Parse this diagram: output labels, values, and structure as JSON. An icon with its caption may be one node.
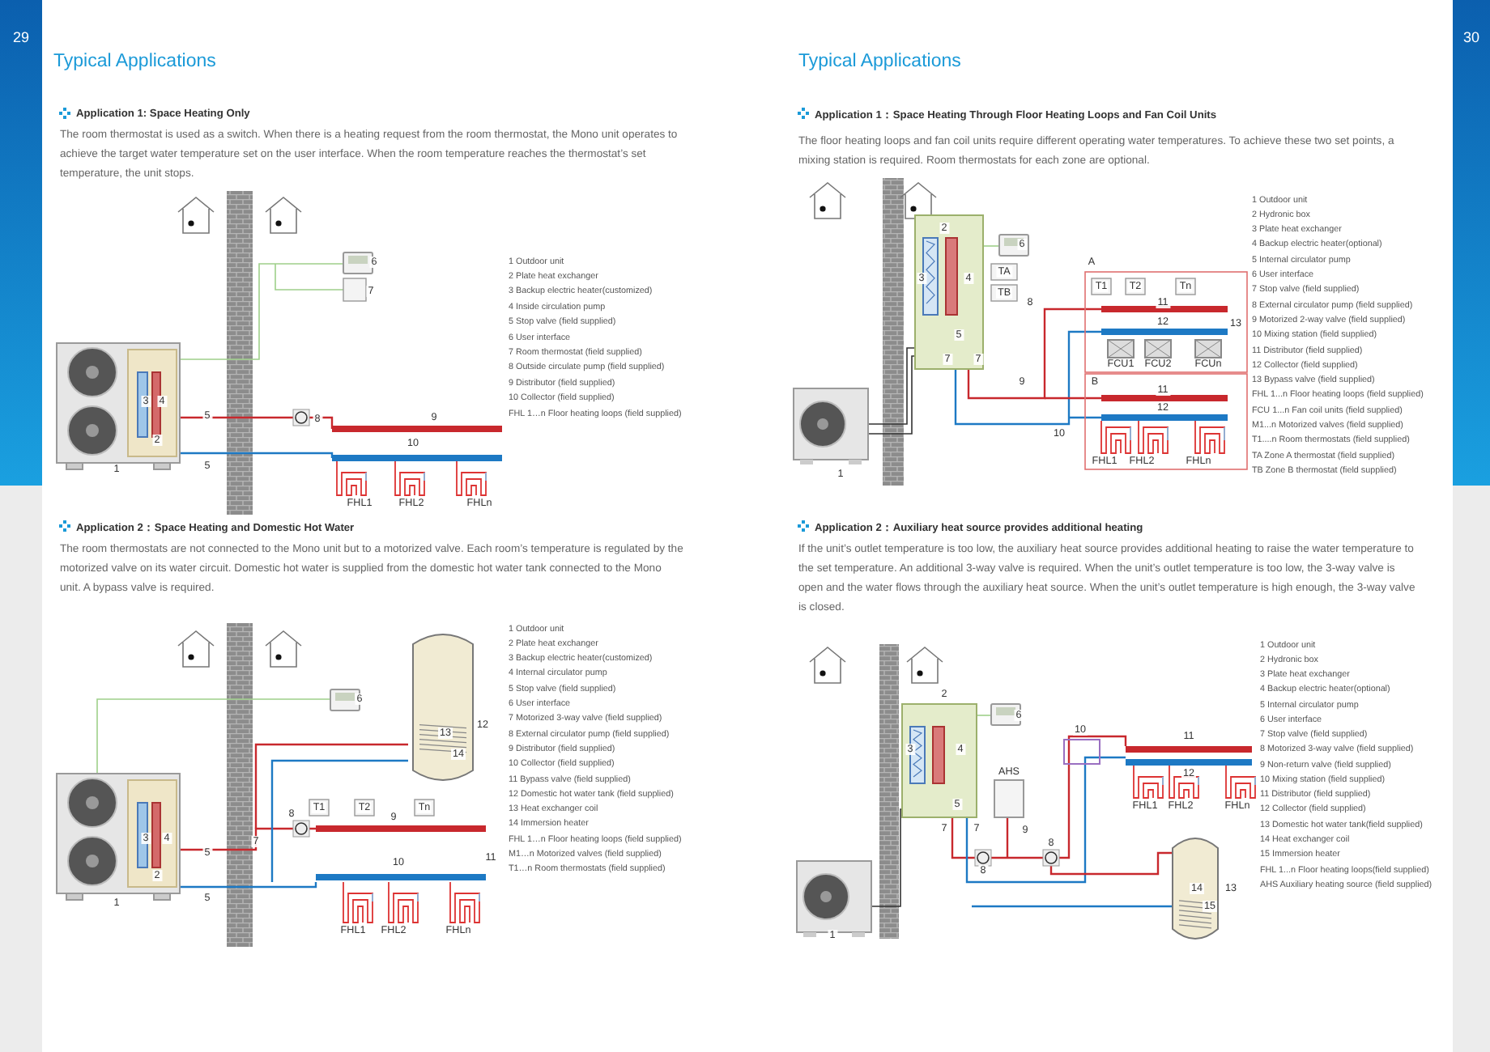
{
  "diagram": {
    "nodes": [
      {
        "text": [
          "29"
        ]
      },
      {
        "text": [
          "30"
        ]
      }
    ],
    "labels": [
      "Typical Applications",
      "Application 1: Space Heating Only",
      "The room thermostat is used as a switch. When there is a heating request from the room thermostat, the Mono unit operates to achieve the target water temperature set on the user interface. When the room temperature reaches the thermostat’s set temperature, the unit stops.",
      "6",
      "7",
      "3",
      "4",
      "2",
      "5",
      "1",
      "5",
      "8",
      "9",
      "10",
      "FHL1",
      "FHL2",
      "FHLn",
      "1 Outdoor unit",
      "2 Plate heat exchanger",
      "3 Backup electric heater(customized)",
      "4 Inside circulation pump",
      "5 Stop valve (field supplied)",
      "6 User interface",
      "7 Room thermostat (field supplied)",
      "8 Outside circulate pump (field supplied)",
      "9 Distributor (field supplied)",
      "10 Collector (field supplied)",
      "FHL 1…n Floor heating loops (field supplied)",
      "Application 2：Space Heating and Domestic Hot Water",
      "The room thermostats are not connected to the Mono unit but to a motorized valve. Each room’s temperature is regulated by the motorized valve on its water circuit. Domestic hot water is supplied from the domestic hot water tank connected to the Mono unit. A bypass valve is required.",
      "6",
      "12",
      "13",
      "14",
      "T1",
      "T2",
      "Tn",
      "9",
      "8",
      "7",
      "10",
      "11",
      "3",
      "4",
      "2",
      "5",
      "5",
      "1",
      "FHL1",
      "FHL2",
      "FHLn",
      "1 Outdoor unit",
      "2 Plate heat exchanger",
      "3 Backup electric heater(customized)",
      "4 Internal circulator pump",
      "5 Stop valve (field supplied)",
      "6 User interface",
      "7 Motorized 3-way valve (field supplied)",
      "8 External circulator pump (field supplied)",
      "9 Distributor (field supplied)",
      "10 Collector (field supplied)",
      "11 Bypass valve (field supplied)",
      "12 Domestic hot water tank (field supplied)",
      "13 Heat exchanger coil",
      "14 Immersion heater",
      "FHL 1…n Floor heating loops (field supplied)",
      "M1…n Motorized valves (field supplied)",
      "T1…n Room thermostats (field supplied)",
      "Typical Applications",
      "Application 1：Space Heating Through Floor Heating Loops and Fan Coil Units",
      "The floor heating loops and fan coil units require different operating water temperatures. To achieve these two set points, a mixing station is required. Room thermostats for each zone are optional.",
      "2",
      "6",
      "TA",
      "TB",
      "3",
      "4",
      "5",
      "8",
      "7",
      "7",
      "A",
      "T1",
      "T2",
      "Tn",
      "11",
      "12",
      "13",
      "FCU1",
      "FCU2",
      "FCUn",
      "9",
      "B",
      "11",
      "12",
      "10",
      "FHL1",
      "FHL2",
      "FHLn",
      "1",
      "1 Outdoor unit",
      "2 Hydronic box",
      "3 Plate heat exchanger",
      "4 Backup electric heater(optional)",
      "5 Internal circulator pump",
      "6 User interface",
      "7 Stop valve (field supplied)",
      "8 External circulator pump (field supplied)",
      "9 Motorized 2-way valve (field supplied)",
      "10 Mixing station (field supplied)",
      "11 Distributor (field supplied)",
      "12 Collector (field supplied)",
      "13 Bypass valve (field supplied)",
      "FHL 1...n Floor heating loops (field supplied)",
      "FCU 1...n Fan coil units (field supplied)",
      "M1...n Motorized valves (field supplied)",
      "T1....n Room thermostats (field supplied)",
      "TA Zone A thermostat (field supplied)",
      "TB Zone B thermostat (field supplied)",
      "Application 2：Auxiliary heat source provides additional heating",
      "If the unit’s outlet temperature is too low, the auxiliary heat source provides additional heating to raise the water temperature to the set temperature. An additional 3-way valve is required. When the unit’s outlet temperature is too low, the 3-way valve is open and the water flows through the auxiliary heat source. When the unit’s outlet temperature is high enough, the 3-way valve is closed.",
      "2",
      "6",
      "3",
      "4",
      "AHS",
      "10",
      "11",
      "12",
      "5",
      "7",
      "7",
      "9",
      "8",
      "8",
      "FHL1",
      "FHL2",
      "FHLn",
      "14",
      "13",
      "15",
      "1",
      "1 Outdoor unit",
      "2 Hydronic box",
      "3 Plate heat exchanger",
      "4 Backup electric heater(optional)",
      "5 Internal circulator pump",
      "6 User interface",
      "7 Stop valve (field supplied)",
      "8 Motorized 3-way valve (field supplied)",
      "9 Non-return valve (field supplied)",
      "10 Mixing station (field supplied)",
      "11 Distributor (field supplied)",
      "12 Collector (field supplied)",
      "13 Domestic hot water tank(field supplied)",
      "14 Heat exchanger coil",
      "15 Immersion heater",
      "FHL 1...n Floor heating loops(field supplied)",
      "AHS Auxiliary heating source (field supplied)"
    ]
  }
}
